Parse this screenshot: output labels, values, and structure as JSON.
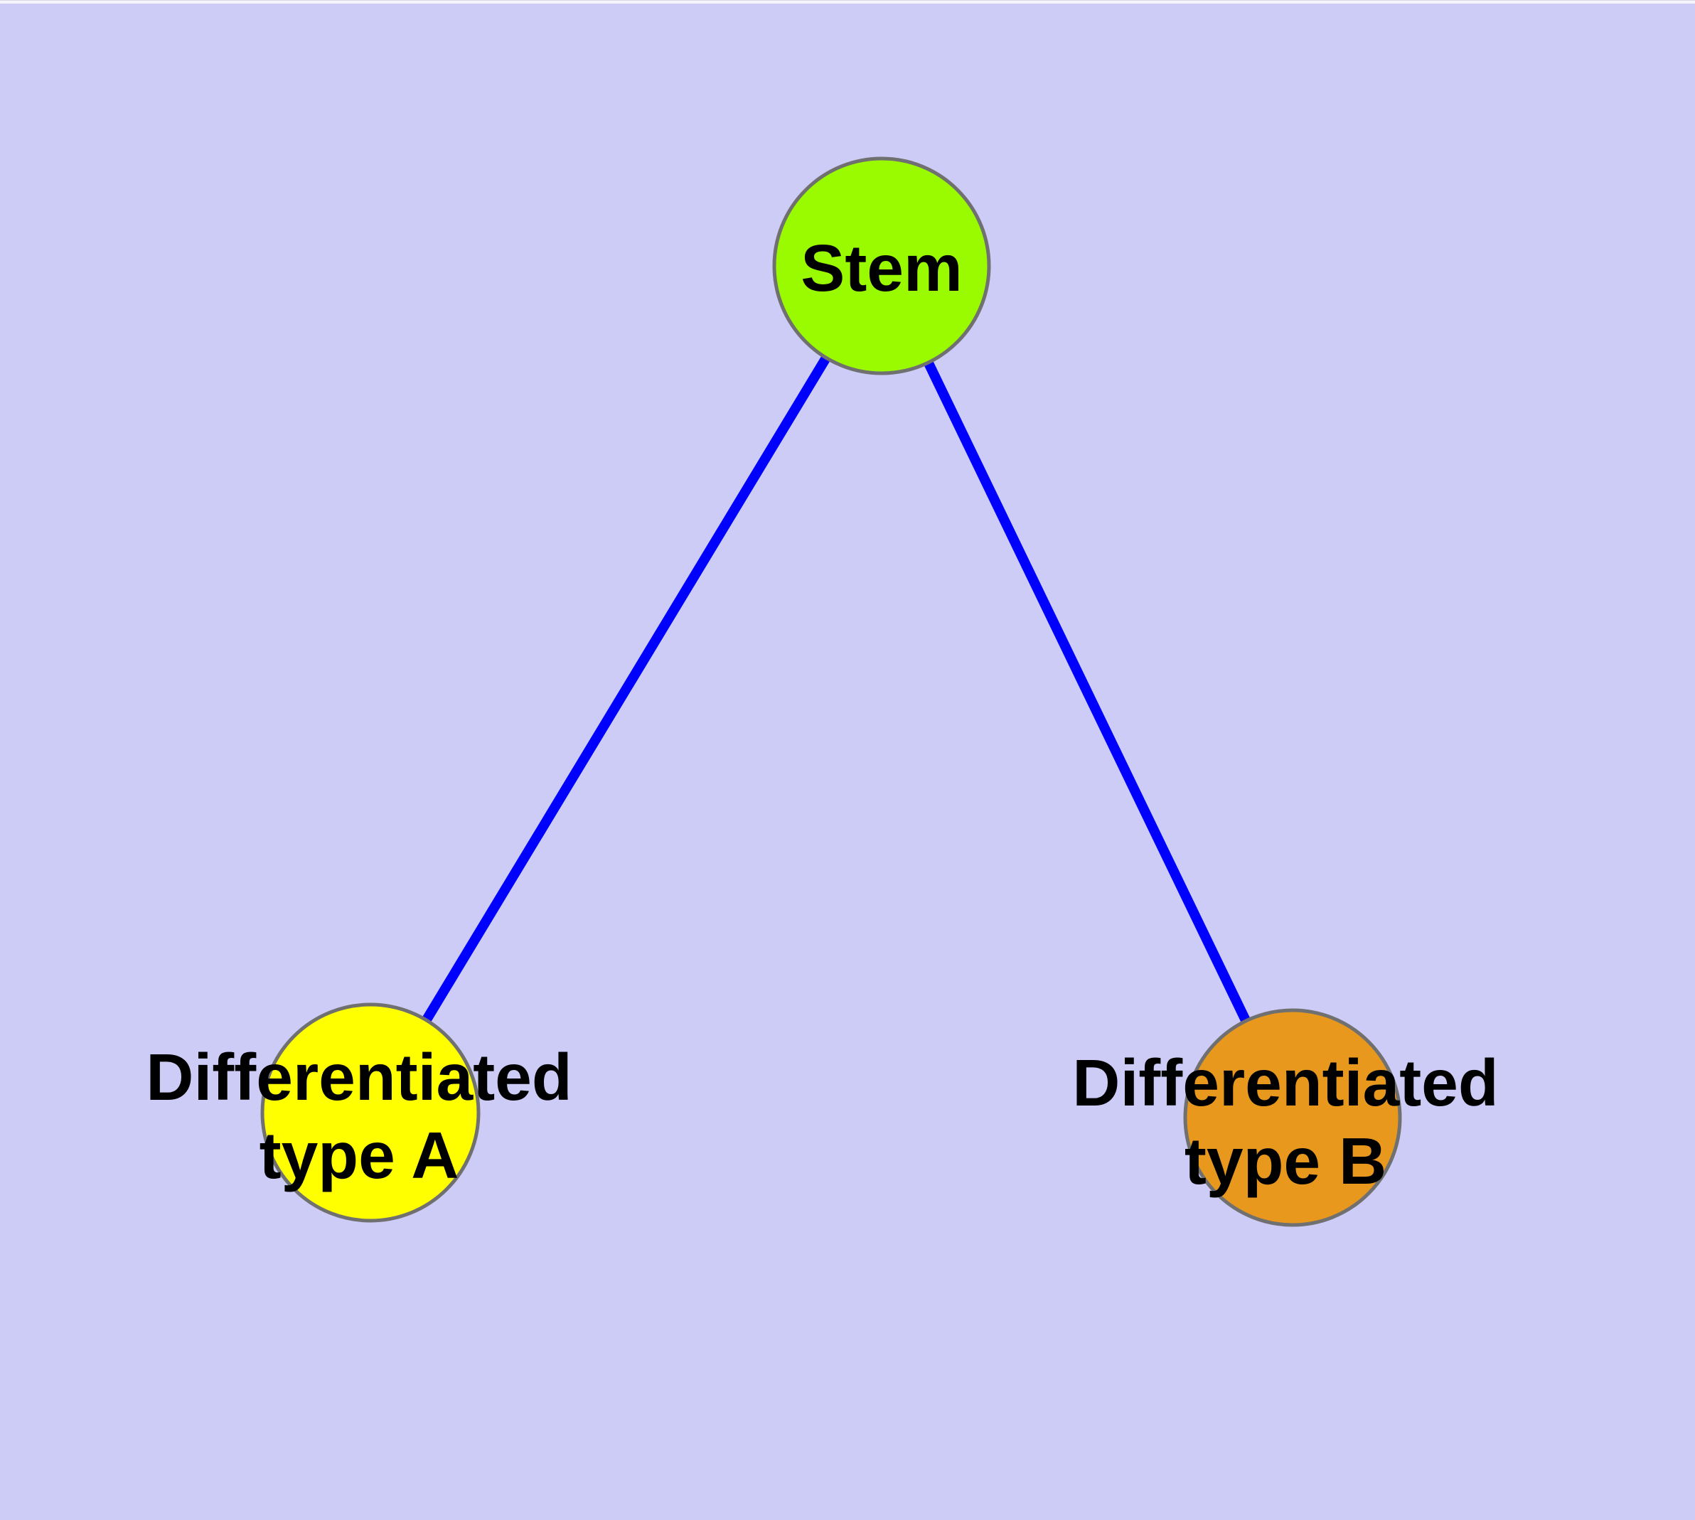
{
  "colors": {
    "background": "#CCCCF7",
    "top_strip": "#F5F3FD",
    "edge": "#0000FF",
    "node_border": "#707070",
    "label_text": "#000000"
  },
  "nodes": [
    {
      "id": "stem",
      "label": "Stem",
      "fill": "#9AFB00"
    },
    {
      "id": "differentiated-type-a",
      "label": "Differentiated\ntype A",
      "fill": "#FFFF00"
    },
    {
      "id": "differentiated-type-b",
      "label": "Differentiated\ntype B",
      "fill": "#E8981C"
    }
  ],
  "edges": [
    {
      "from": "Stem",
      "to": "Differentiated type A"
    },
    {
      "from": "Stem",
      "to": "Differentiated type B"
    }
  ]
}
